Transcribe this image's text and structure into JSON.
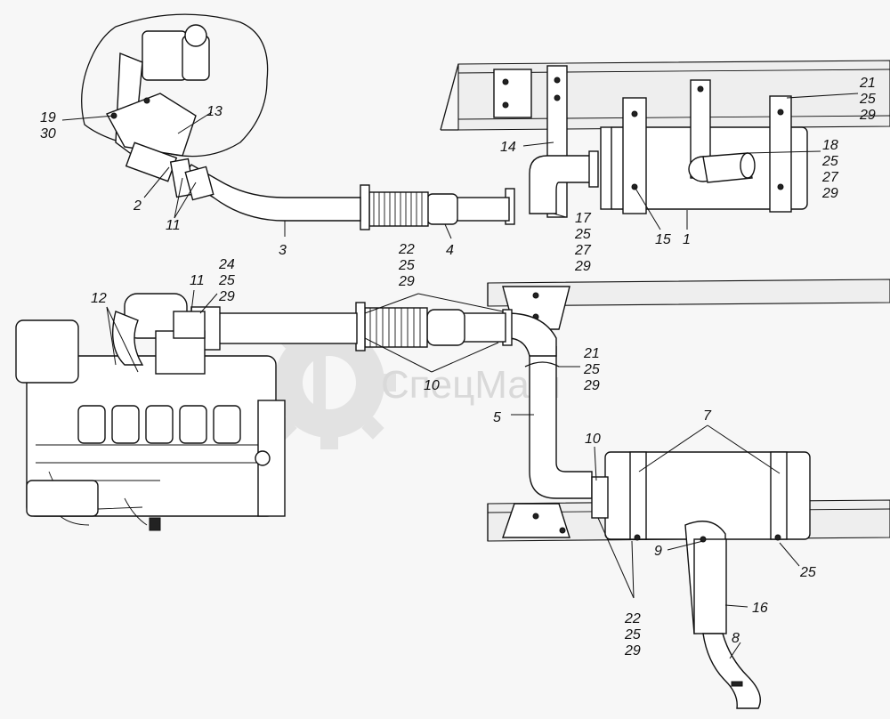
{
  "watermark": {
    "text": "СпецМаш",
    "color": "#d9d9d9"
  },
  "callouts": [
    {
      "id": "c-19-30",
      "lines": [
        "19",
        "30"
      ]
    },
    {
      "id": "c-13",
      "lines": [
        "13"
      ]
    },
    {
      "id": "c-2",
      "lines": [
        "2"
      ]
    },
    {
      "id": "c-11a",
      "lines": [
        "11"
      ]
    },
    {
      "id": "c-3",
      "lines": [
        "3"
      ]
    },
    {
      "id": "c-22-25-29a",
      "lines": [
        "22",
        "25",
        "29"
      ]
    },
    {
      "id": "c-4",
      "lines": [
        "4"
      ]
    },
    {
      "id": "c-14",
      "lines": [
        "14"
      ]
    },
    {
      "id": "c-17-25-27-29",
      "lines": [
        "17",
        "25",
        "27",
        "29"
      ]
    },
    {
      "id": "c-15",
      "lines": [
        "15"
      ]
    },
    {
      "id": "c-1",
      "lines": [
        "1"
      ]
    },
    {
      "id": "c-18-25-27-29",
      "lines": [
        "18",
        "25",
        "27",
        "29"
      ]
    },
    {
      "id": "c-21-25-29a",
      "lines": [
        "21",
        "25",
        "29"
      ]
    },
    {
      "id": "c-24-25-29",
      "lines": [
        "24",
        "25",
        "29"
      ]
    },
    {
      "id": "c-11b",
      "lines": [
        "11"
      ]
    },
    {
      "id": "c-12",
      "lines": [
        "12"
      ]
    },
    {
      "id": "c-10a",
      "lines": [
        "10"
      ]
    },
    {
      "id": "c-21-25-29b",
      "lines": [
        "21",
        "25",
        "29"
      ]
    },
    {
      "id": "c-5",
      "lines": [
        "5"
      ]
    },
    {
      "id": "c-7",
      "lines": [
        "7"
      ]
    },
    {
      "id": "c-10b",
      "lines": [
        "10"
      ]
    },
    {
      "id": "c-9",
      "lines": [
        "9"
      ]
    },
    {
      "id": "c-25",
      "lines": [
        "25"
      ]
    },
    {
      "id": "c-16",
      "lines": [
        "16"
      ]
    },
    {
      "id": "c-8",
      "lines": [
        "8"
      ]
    },
    {
      "id": "c-22-25-29b",
      "lines": [
        "22",
        "25",
        "29"
      ]
    }
  ]
}
